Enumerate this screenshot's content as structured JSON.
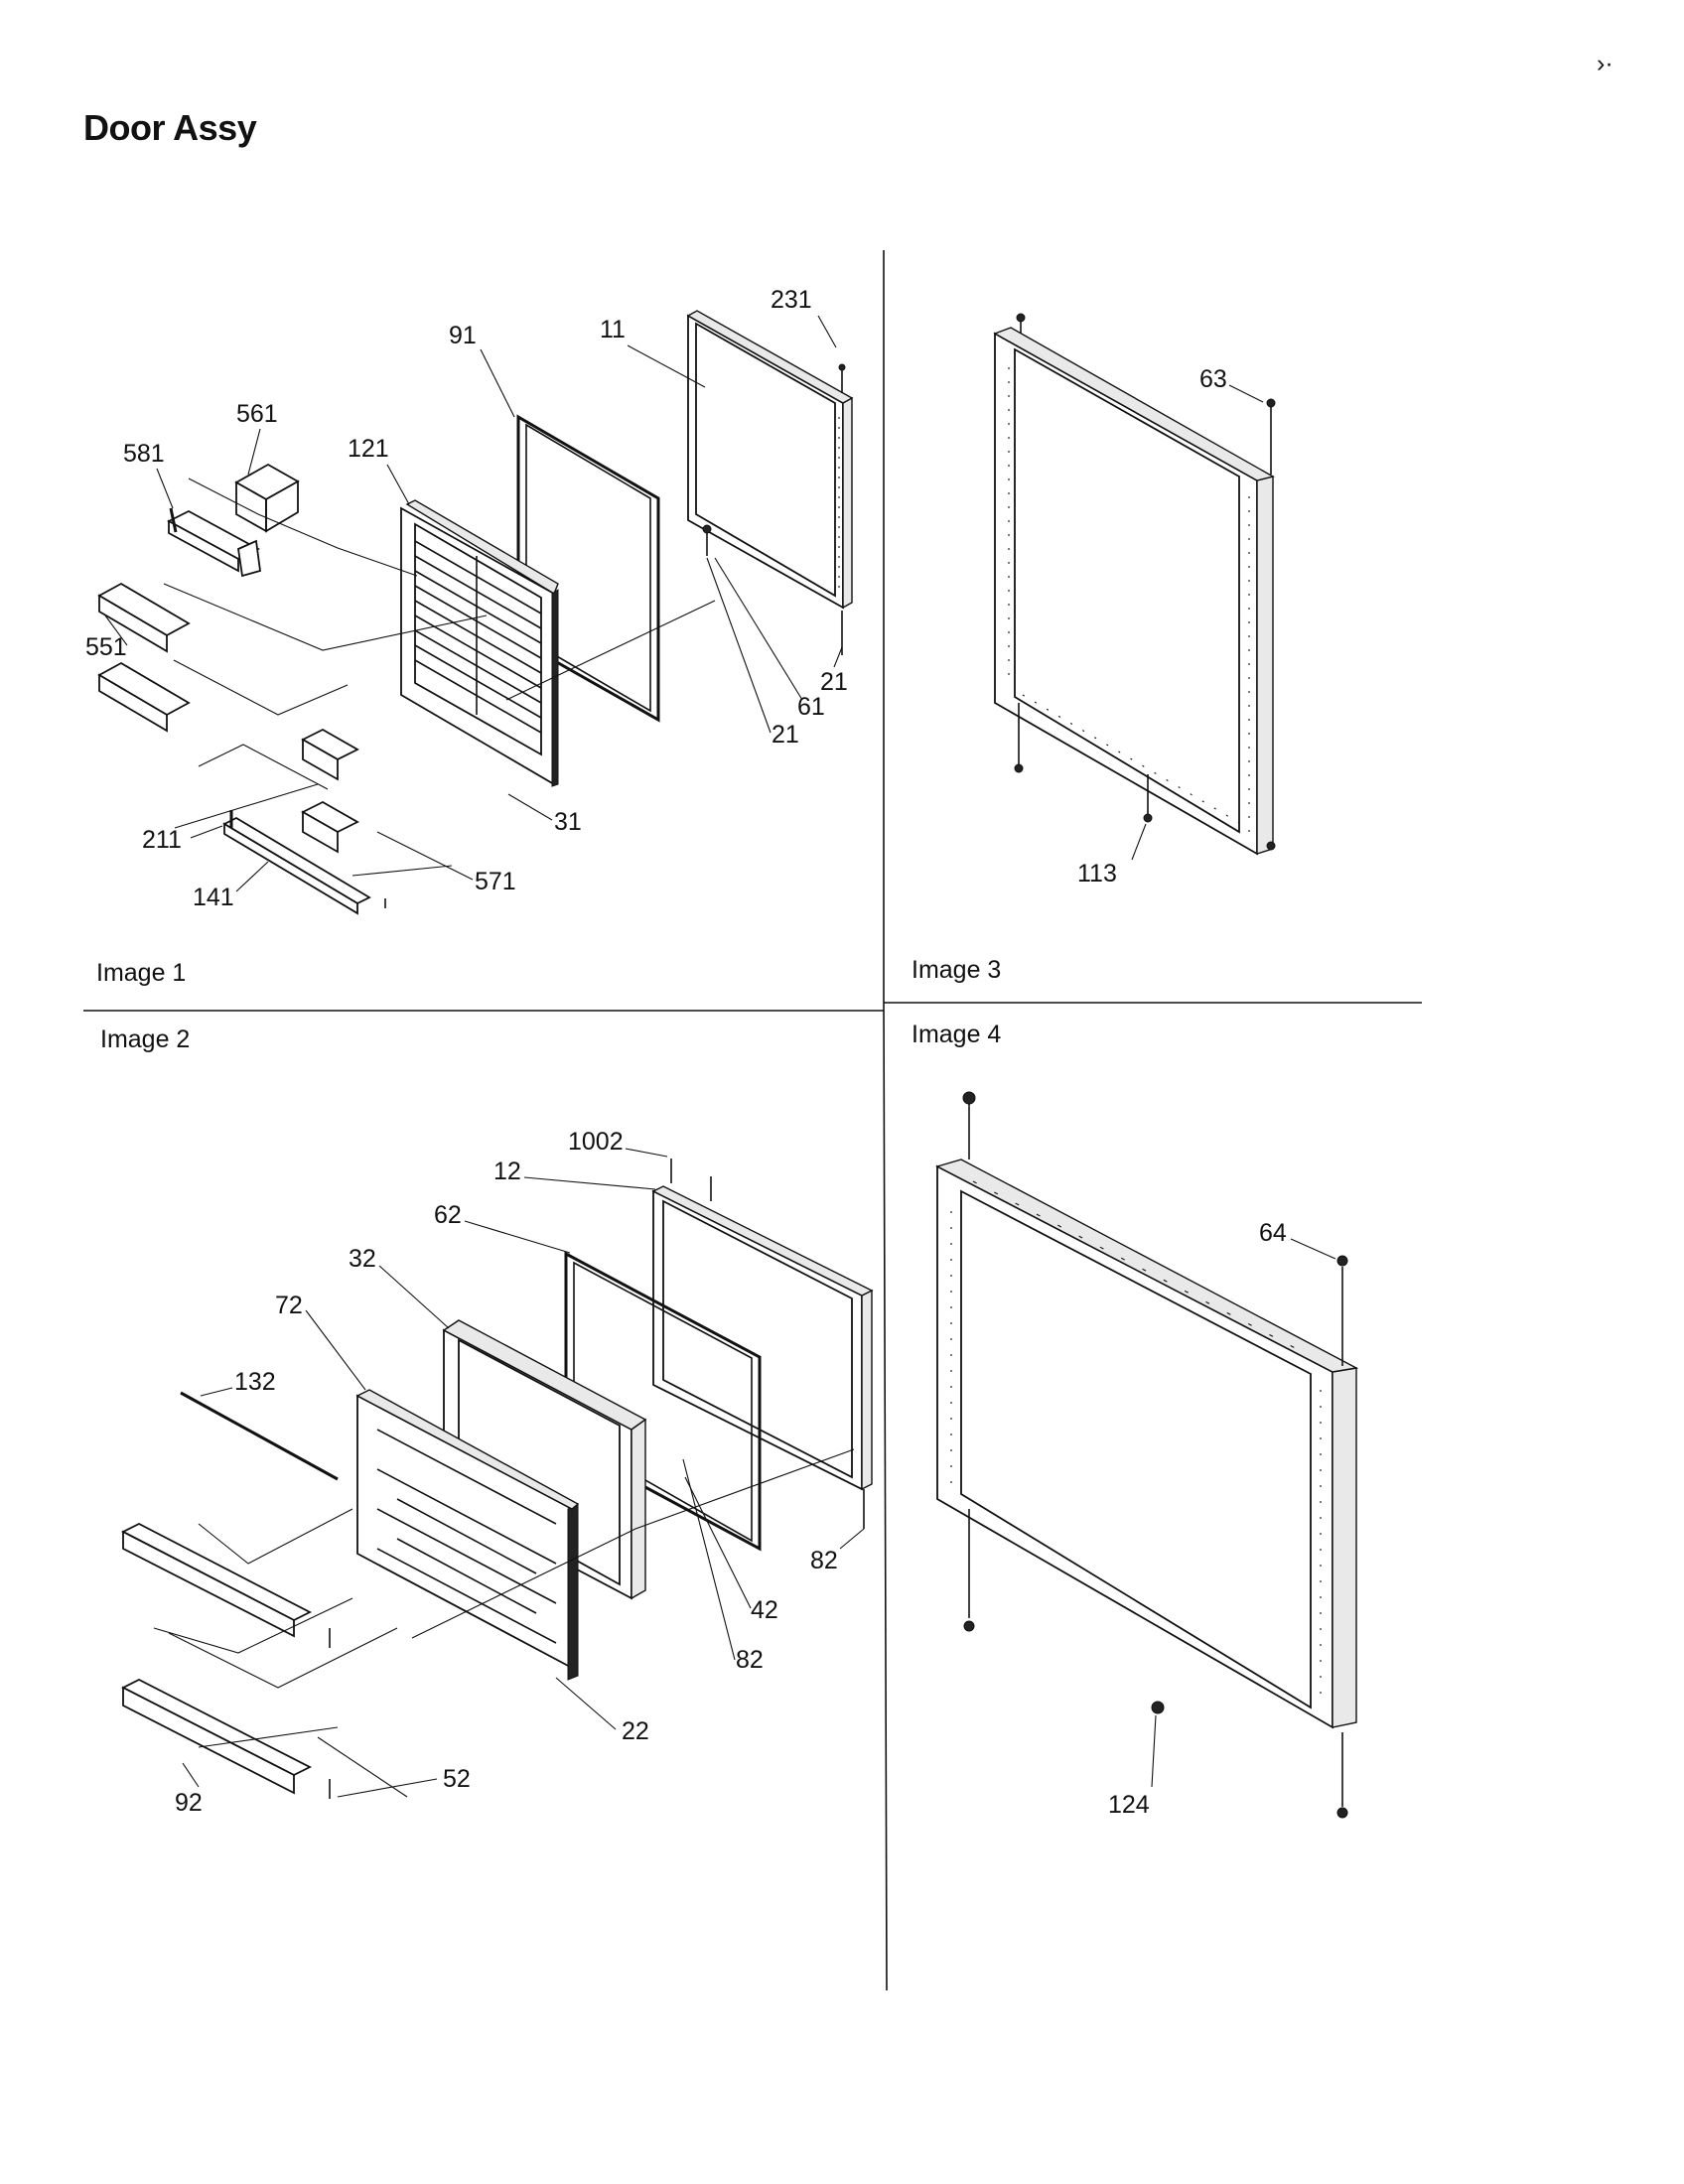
{
  "title": "Door Assy",
  "panels": [
    {
      "label": "Image 1"
    },
    {
      "label": "Image 2"
    },
    {
      "label": "Image 3"
    },
    {
      "label": "Image 4"
    }
  ],
  "callouts": {
    "image1": [
      "231",
      "11",
      "91",
      "561",
      "581",
      "121",
      "551",
      "21",
      "61",
      "21",
      "211",
      "31",
      "141",
      "571"
    ],
    "image2": [
      "1002",
      "12",
      "62",
      "32",
      "72",
      "132",
      "82",
      "42",
      "82",
      "22",
      "52",
      "92"
    ],
    "image3": [
      "63",
      "113"
    ],
    "image4": [
      "64",
      "124"
    ]
  },
  "stray_mark": "›·"
}
